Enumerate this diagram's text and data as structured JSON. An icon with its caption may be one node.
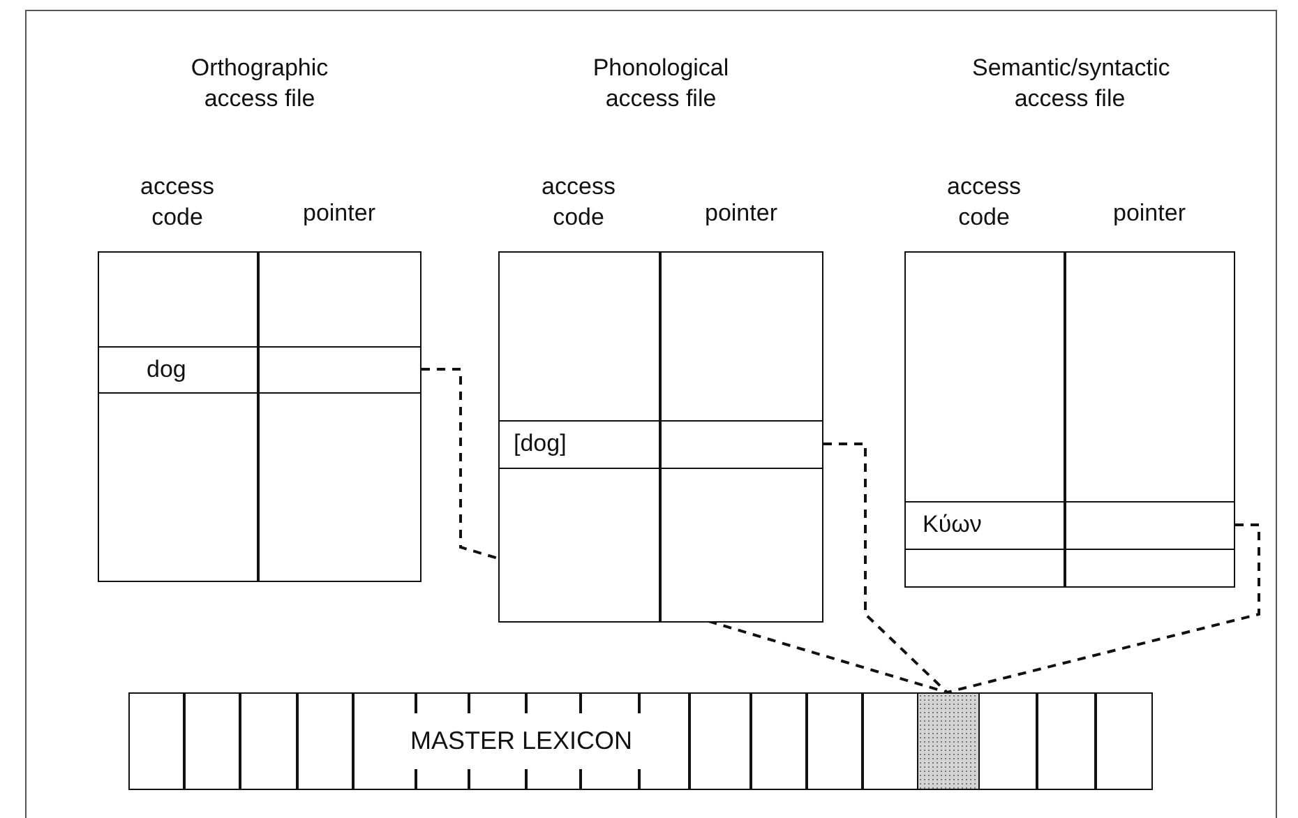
{
  "diagram": {
    "nodes": [
      {
        "text": [
          "Orthographic access file",
          "access code",
          "pointer"
        ]
      },
      {
        "text": [
          "dog"
        ],
        "in": 0
      },
      {
        "text": [
          "Phonological access file",
          "access code",
          "pointer"
        ]
      },
      {
        "text": [
          "[dog]"
        ],
        "in": 2
      },
      {
        "text": [
          "Semantic/syntactic access file",
          "access code",
          "pointer"
        ]
      },
      {
        "text": [
          "Κύων"
        ],
        "in": 4
      },
      {
        "text": [
          "MASTER LEXICON"
        ]
      },
      {
        "text": [],
        "shape": "box",
        "in": 6
      }
    ],
    "edges": [
      {
        "from": 1,
        "to": 7,
        "arrow": "none",
        "style": "dashed"
      },
      {
        "from": 3,
        "to": 7,
        "arrow": "none",
        "style": "dashed"
      },
      {
        "from": 5,
        "to": 7,
        "arrow": "none",
        "style": "dashed"
      }
    ]
  }
}
